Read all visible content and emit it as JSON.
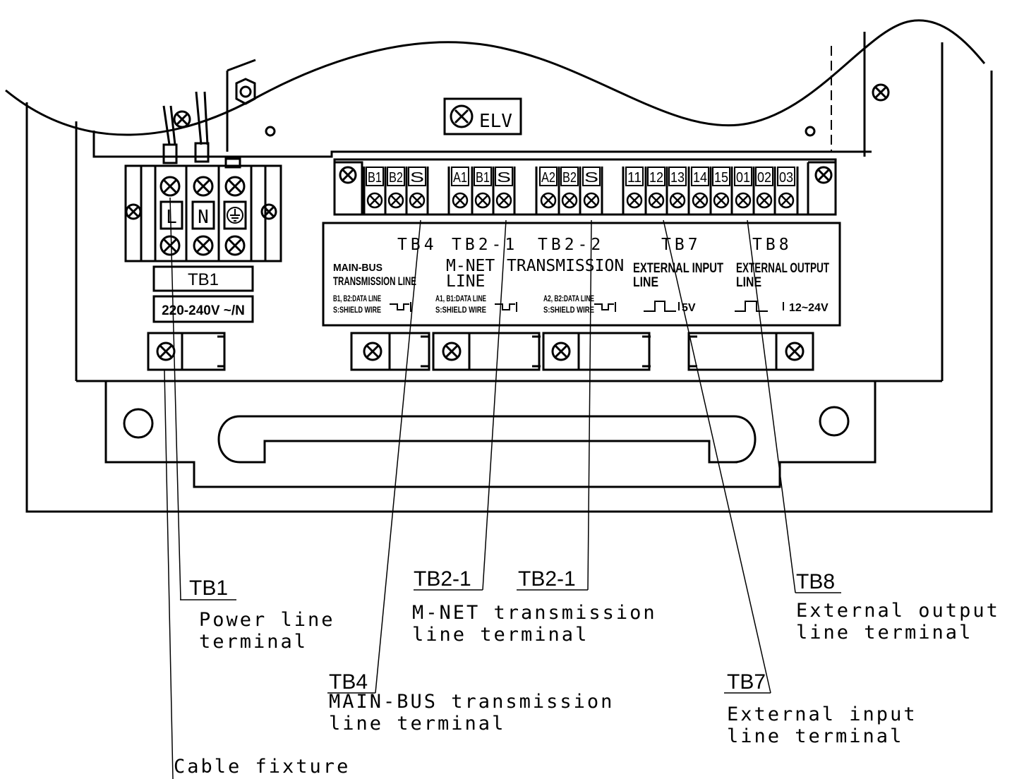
{
  "badge": {
    "text": "ELV"
  },
  "tb1_block": {
    "terminals": [
      "L",
      "N"
    ],
    "name": "TB1",
    "rating": "220-240V ~/N"
  },
  "terminal_strip": {
    "labels": [
      "B1",
      "B2",
      "S",
      "A1",
      "B1",
      "S",
      "A2",
      "B2",
      "S",
      "11",
      "12",
      "13",
      "14",
      "15",
      "01",
      "02",
      "03"
    ]
  },
  "label_plate": {
    "headers": [
      "TB4",
      "TB2-1",
      "TB2-2",
      "TB7",
      "TB8"
    ],
    "tb4_title": [
      "MAIN-BUS",
      "TRANSMISSION LINE"
    ],
    "tb4_note": [
      "B1, B2:DATA LINE",
      "S:SHIELD WIRE"
    ],
    "mnet_title": [
      "M-NET",
      "LINE"
    ],
    "transmission": "TRANSMISSION",
    "tb21_note": [
      "A1, B1:DATA LINE",
      "S:SHIELD WIRE"
    ],
    "tb22_note": [
      "A2, B2:DATA LINE",
      "S:SHIELD WIRE"
    ],
    "ext_input_title": [
      "EXTERNAL INPUT",
      "LINE"
    ],
    "ext_input_volt": "5V",
    "ext_output_title": [
      "EXTERNAL OUTPUT",
      "LINE"
    ],
    "ext_output_volt": "12~24V"
  },
  "callouts": {
    "tb1": {
      "name": "TB1",
      "desc": [
        "Power line",
        "terminal"
      ]
    },
    "tb21a": {
      "name": "TB2-1"
    },
    "tb21b": {
      "name": "TB2-1"
    },
    "mnet": {
      "desc": [
        "M-NET transmission",
        "line terminal"
      ]
    },
    "tb8": {
      "name": "TB8",
      "desc": [
        "External output",
        "line terminal"
      ]
    },
    "tb4": {
      "name": "TB4",
      "desc": [
        "MAIN-BUS transmission",
        "line terminal"
      ]
    },
    "tb7": {
      "name": "TB7",
      "desc": [
        "External input",
        "line terminal"
      ]
    },
    "cable": {
      "desc": "Cable fixture"
    }
  }
}
